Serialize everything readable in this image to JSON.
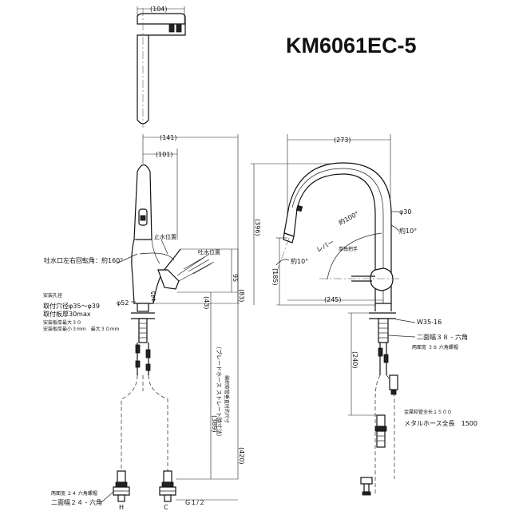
{
  "title": "KM6061EC-5",
  "dimensions": {
    "d104": "(104)",
    "d141": "(141)",
    "d101": "(101)",
    "d273": "(273)",
    "d396": "(396)",
    "d185": "(185)",
    "d245": "(245)",
    "d95": "95",
    "d83": "(83)",
    "d43": "(43)",
    "d389": "(389)",
    "d420": "(420)",
    "d240": "(240)",
    "phi30": "φ30",
    "phi52": "φ52",
    "phi45": "φ45",
    "ang10a": "約10°",
    "ang10b": "約10°",
    "ang100": "約100°"
  },
  "labels": {
    "rotation": "吐水口左右回転角：約160°",
    "stop_position": "止水位置",
    "spout_position": "吐水位置",
    "lever": "レバー",
    "single_lever": "単独把手",
    "mount_hole": "安装孔径",
    "mount_hole_dia": "取付穴径φ35〜φ39",
    "mount_thickness": "取付板厚30max",
    "panel_thickness": "安装板厚最大３０",
    "panel_thickness_min": "安装板厚最小３mm　最大３０mm",
    "braid_hose": "（ブレードホース ストレート時寸法）",
    "braid_hose_cn": "编织软管垂直时的尺寸",
    "w35": "W35-16",
    "nut38": "二面幅３８ - 六角",
    "nut38_cn": "两面宽 ３８ 六角螺帽",
    "metal_hose_cn": "金属软管全长１５００",
    "metal_hose": "メタルホース全長　1500",
    "nut24_cn": "两面宽 ２４ 六角螺帽",
    "nut24": "二面幅２４ - 六角",
    "port_h": "H",
    "port_c": "C",
    "thread": "G１/２"
  }
}
